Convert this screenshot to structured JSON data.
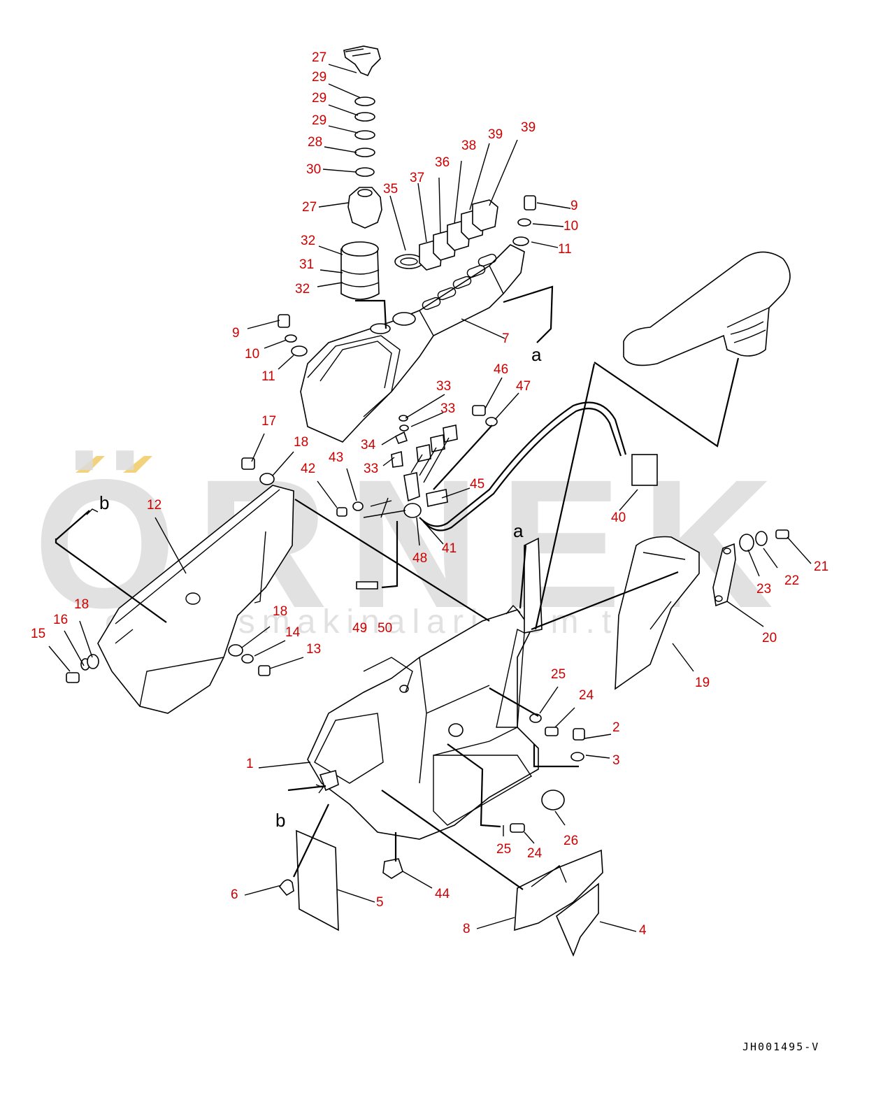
{
  "colors": {
    "callout": "#cc0000",
    "ink": "#000000",
    "watermark": "#dcdcdc",
    "accent": "#f2d27a"
  },
  "watermark": {
    "brand": "ÖRNEK",
    "url": "ornekismakinalari.com.tr"
  },
  "drawing_code": "JH001495-V",
  "reference_letters": [
    "a",
    "a",
    "b",
    "b"
  ],
  "callouts": [
    "27",
    "29",
    "29",
    "29",
    "28",
    "30",
    "27",
    "32",
    "31",
    "32",
    "35",
    "37",
    "36",
    "38",
    "39",
    "39",
    "9",
    "10",
    "11",
    "7",
    "9",
    "10",
    "11",
    "46",
    "47",
    "33",
    "33",
    "34",
    "33",
    "17",
    "18",
    "42",
    "43",
    "45",
    "41",
    "48",
    "40",
    "12",
    "49",
    "50",
    "18",
    "16",
    "15",
    "18",
    "14",
    "13",
    "21",
    "22",
    "23",
    "20",
    "19",
    "25",
    "24",
    "2",
    "3",
    "1",
    "26",
    "25",
    "24",
    "6",
    "5",
    "44",
    "8",
    "4"
  ]
}
